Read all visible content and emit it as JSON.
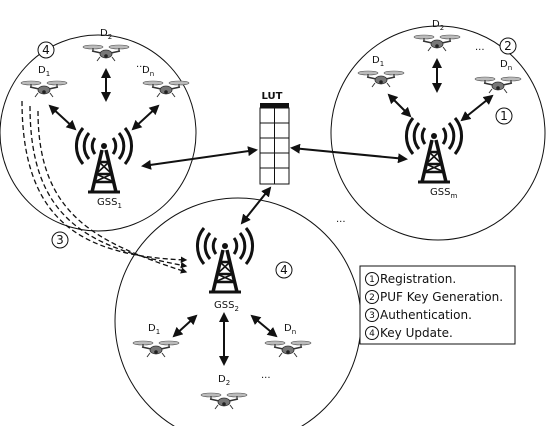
{
  "lut": {
    "label": "LUT"
  },
  "cells": {
    "gss1": {
      "label": "GSS",
      "sub": "1",
      "step": "4",
      "d1": {
        "label": "D",
        "sub": "1"
      },
      "d2": {
        "label": "D",
        "sub": "2"
      },
      "dn": {
        "label": "D",
        "sub": "n"
      },
      "dots": "..."
    },
    "gssm": {
      "label": "GSS",
      "sub": "m",
      "step_top": "2",
      "step_side": "1",
      "d1": {
        "label": "D",
        "sub": "1"
      },
      "d2": {
        "label": "D",
        "sub": "2"
      },
      "dn": {
        "label": "D",
        "sub": "n"
      },
      "dots": "..."
    },
    "gss2": {
      "label": "GSS",
      "sub": "2",
      "step": "4",
      "d1": {
        "label": "D",
        "sub": "1"
      },
      "d2": {
        "label": "D",
        "sub": "2"
      },
      "dn": {
        "label": "D",
        "sub": "n"
      },
      "dots": "..."
    }
  },
  "auth_step": "3",
  "between_dots": "...",
  "legend": [
    {
      "num": "1",
      "text": "Registration."
    },
    {
      "num": "2",
      "text": "PUF Key Generation."
    },
    {
      "num": "3",
      "text": "Authentication."
    },
    {
      "num": "4",
      "text": "Key Update."
    }
  ]
}
